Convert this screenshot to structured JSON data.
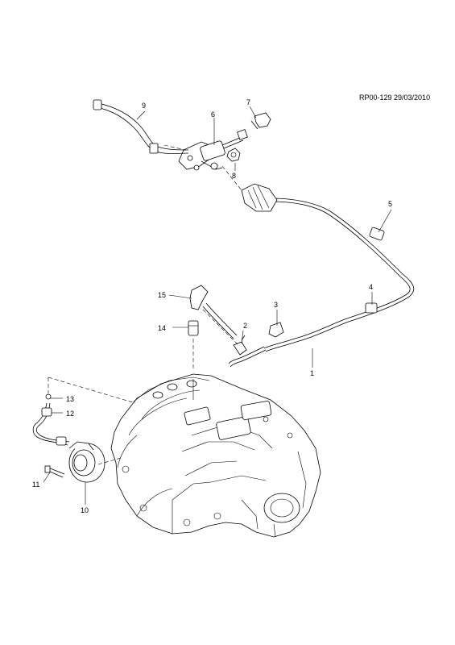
{
  "reference_code": "RP00-129 29/03/2010",
  "callouts": [
    "1",
    "2",
    "3",
    "4",
    "5",
    "6",
    "7",
    "8",
    "9",
    "10",
    "11",
    "12",
    "13",
    "14",
    "15"
  ]
}
